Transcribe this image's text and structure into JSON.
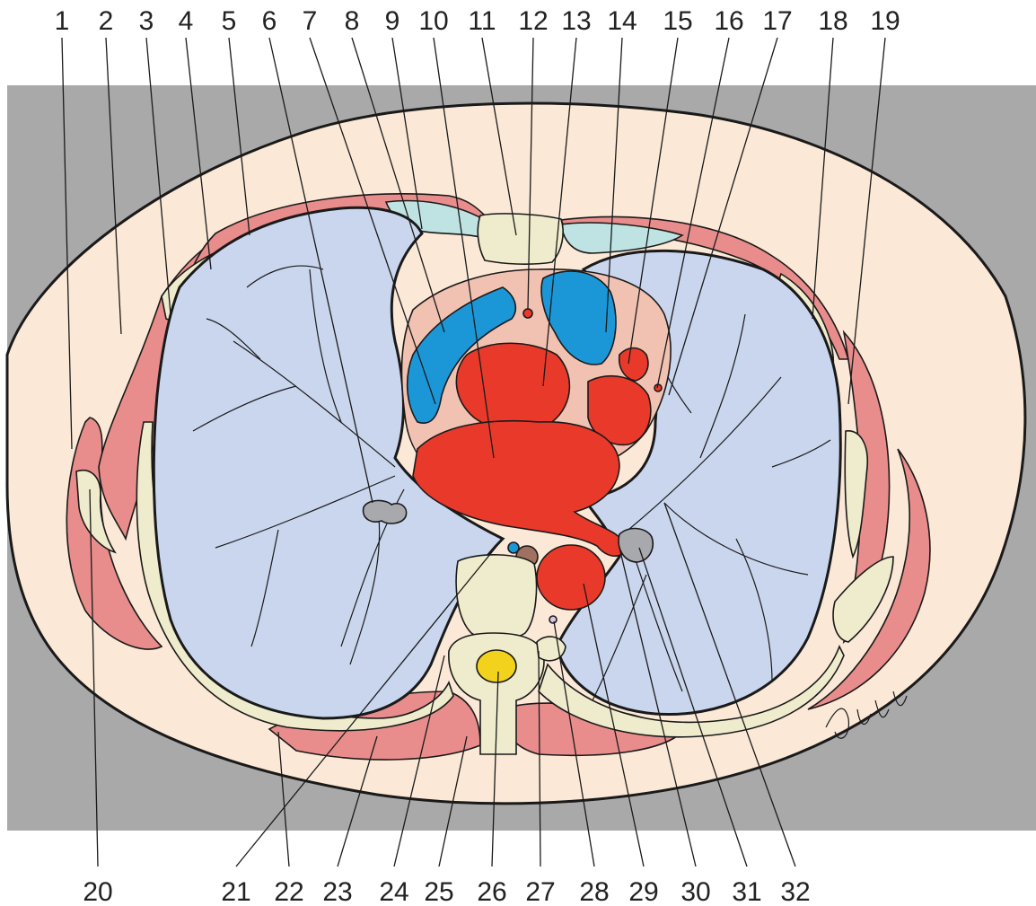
{
  "labels_top": [
    "1",
    "2",
    "3",
    "4",
    "5",
    "6",
    "7",
    "8",
    "9",
    "10",
    "11",
    "12",
    "13",
    "14",
    "15",
    "16",
    "17",
    "18",
    "19"
  ],
  "labels_bottom": [
    "20",
    "21",
    "22",
    "23",
    "24",
    "25",
    "26",
    "27",
    "28",
    "29",
    "30",
    "31",
    "32"
  ],
  "colors": {
    "background": "#a9a9a9",
    "skin_fat": "#fbe8d6",
    "muscle": "#e98c8c",
    "bone": "#efeccd",
    "lung": "#c9d6ee",
    "artery": "#e8392b",
    "vein": "#1b97d8",
    "mediastinum": "#f1c2b1",
    "cartilage": "#bfe3e3",
    "spinal_cord": "#f2d21c",
    "lymph_node": "#a7a9ac"
  }
}
